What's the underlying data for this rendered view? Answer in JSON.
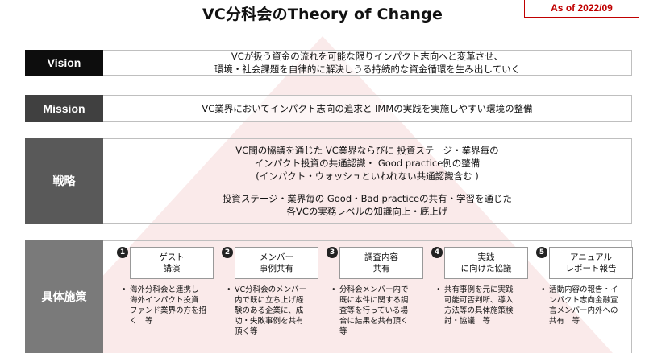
{
  "header": {
    "title": "VC分科会のTheory of Change",
    "as_of": "As of 2022/09"
  },
  "vision": {
    "label": "Vision",
    "lines": [
      "VCが扱う資金の流れを可能な限りインパクト志向へと変革させ、",
      "環境・社会課題を自律的に解決しうる持続的な資金循環を生み出していく"
    ]
  },
  "mission": {
    "label": "Mission",
    "lines": [
      "VC業界においてインパクト志向の追求と IMMの実践を実施しやすい環境の整備"
    ]
  },
  "strategy": {
    "label": "戦略",
    "group1": [
      "VC間の協議を通じた VC業界ならびに 投資ステージ・業界毎の",
      "インパクト投資の共通認識・ Good practice例の整備",
      "(インパクト・ウォッシュといわれない共通認識含む )"
    ],
    "group2": [
      "投資ステージ・業界毎の Good・Bad practiceの共有・学習を通じた",
      "各VCの実務レベルの知識向上・底上げ"
    ]
  },
  "measures": {
    "label": "具体施策",
    "items": [
      {
        "num": "1",
        "title": [
          "ゲスト",
          "講演"
        ],
        "bullet": [
          "海外分科会と連携し",
          "海外インパクト投資",
          "ファンド業界の方を招",
          "く　等"
        ]
      },
      {
        "num": "2",
        "title": [
          "メンバー",
          "事例共有"
        ],
        "bullet": [
          "VC分科会のメンバー",
          "内で既に立ち上げ経",
          "験のある企業に、成",
          "功・失敗事例を共有",
          "頂く等"
        ]
      },
      {
        "num": "3",
        "title": [
          "調査内容",
          "共有"
        ],
        "bullet": [
          "分科会メンバー内で",
          "既に本件に関する調",
          "査等を行っている場",
          "合に結果を共有頂く",
          "等"
        ]
      },
      {
        "num": "4",
        "title": [
          "実践",
          "に向けた協議"
        ],
        "bullet": [
          "共有事例を元に実践",
          "可能可否判断、導入",
          "方法等の具体施策検",
          "討・協議　等"
        ]
      },
      {
        "num": "5",
        "title": [
          "アニュアル",
          "レポート報告"
        ],
        "bullet": [
          "活動内容の報告・イ",
          "ンパクト志向金融宣",
          "言メンバー内外への",
          "共有　等"
        ]
      }
    ],
    "bullet_mark": "•"
  },
  "colors": {
    "label_dark": "#0d0d0d",
    "label_mid": "#404040",
    "label_gray": "#6e6e6e",
    "accent": "#c00000"
  }
}
